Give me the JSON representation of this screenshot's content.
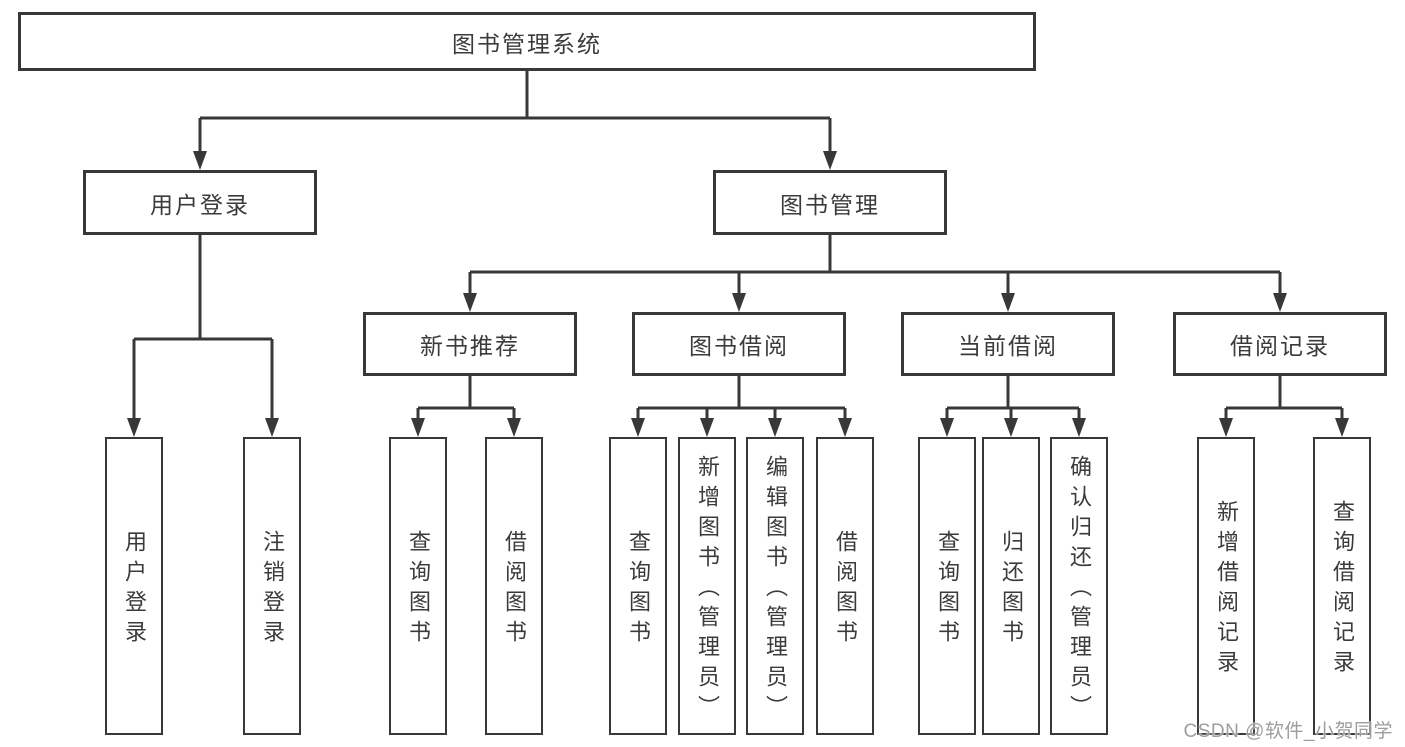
{
  "root": {
    "label": "图书管理系统"
  },
  "level2": [
    {
      "label": "用户登录"
    },
    {
      "label": "图书管理"
    }
  ],
  "level3": [
    {
      "label": "新书推荐",
      "parent": "图书管理"
    },
    {
      "label": "图书借阅",
      "parent": "图书管理"
    },
    {
      "label": "当前借阅",
      "parent": "图书管理"
    },
    {
      "label": "借阅记录",
      "parent": "图书管理"
    }
  ],
  "leaves": [
    {
      "label": "用户登录",
      "parent": "用户登录"
    },
    {
      "label": "注销登录",
      "parent": "用户登录"
    },
    {
      "label": "查询图书",
      "parent": "新书推荐"
    },
    {
      "label": "借阅图书",
      "parent": "新书推荐"
    },
    {
      "label": "查询图书",
      "parent": "图书借阅"
    },
    {
      "label": "新增图书（管理员）",
      "parent": "图书借阅"
    },
    {
      "label": "编辑图书（管理员）",
      "parent": "图书借阅"
    },
    {
      "label": "借阅图书",
      "parent": "图书借阅"
    },
    {
      "label": "查询图书",
      "parent": "当前借阅"
    },
    {
      "label": "归还图书",
      "parent": "当前借阅"
    },
    {
      "label": "确认归还（管理员）",
      "parent": "当前借阅"
    },
    {
      "label": "新增借阅记录",
      "parent": "借阅记录"
    },
    {
      "label": "查询借阅记录",
      "parent": "借阅记录"
    }
  ],
  "watermark": {
    "text": "CSDN @软件_小贺同学",
    "color": "#9d9d9d"
  },
  "colors": {
    "line": "#383838",
    "box_border": "#383838",
    "box_fill": "#ffffff",
    "text": "#3b3b3b",
    "background": "#ffffff"
  }
}
